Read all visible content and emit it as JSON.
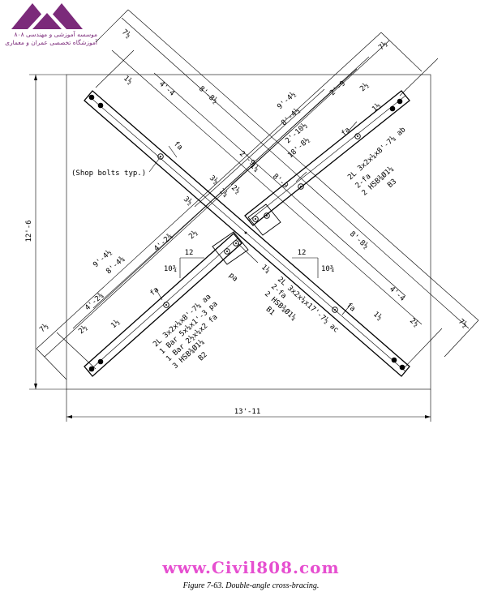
{
  "logo": {
    "line1": "موسسه آموزشی و مهندسی ۸۰۸",
    "line2": "آموزشگاه تخصصی عمران و معماری",
    "color": "#7b2a7a"
  },
  "watermark": {
    "text": "www.Civil808.com",
    "color": "#e64fd0"
  },
  "caption": "Figure 7-63.  Double-angle cross-bracing.",
  "dims": {
    "overall_width": "13'-11",
    "overall_height": "12'-6",
    "top_left_72": "7½",
    "top_right_72": "7½",
    "bottom_left_72": "7½",
    "bottom_right_72": "7½",
    "upper_left_14": "1½",
    "upper_left_44": "4'-4",
    "upper_left_88": "8'-8½",
    "lower_right_88": "8'-8½",
    "lower_right_44": "4'-4",
    "lower_right_14": "1½",
    "lower_right_21": "2½",
    "upper_right_94": "9'-4½",
    "upper_right_84": "8'-4½",
    "upper_right_210": "2'-10½",
    "upper_right_29": "2'-9",
    "upper_right_22": "2½",
    "upper_right_1a": "1½",
    "mid_188": "18'-8½",
    "mid_29": "2'-9",
    "mid_89": "8'-9",
    "mid_21": "2½",
    "mid_11": "1¼",
    "mid_14": "1¼",
    "mid_34": "3½",
    "mid_34b": "3½",
    "lower_left_94": "9'-4½",
    "lower_left_84": "8'-4¾",
    "lower_left_42": "4'-2¾",
    "lower_left_22": "2½",
    "lower_left_42b": "4'-2¾",
    "lower_left_21": "2½",
    "lower_left_1b": "1½",
    "slope_left_run": "12",
    "slope_left_rise": "10¾",
    "slope_right_run": "12",
    "slope_right_rise": "10¾",
    "center_14": "1¼",
    "pa": "pa",
    "fa1": "fa",
    "fa2": "fa",
    "fa3": "fa",
    "fa4": "fa"
  },
  "notes": {
    "shop_bolts": "(Shop bolts typ.)",
    "b3": [
      "2L 3x2x¼x8'-7¼ ab",
      "2-fa",
      "2 HSB¾Ø1¼",
      "B3"
    ],
    "b1": [
      "2L 3x2x¼x17'-7½ ac",
      "2-fa",
      "2 HSB¾Ø1¼",
      "B1"
    ],
    "b2": [
      "2L 3x2x¼x8'-7¼ aa",
      "1 Bar 5x¼x1'-3 pa",
      "1 Bar 2½x¼x2 fa",
      "3 HSB¾Ø1¼",
      "B2"
    ]
  }
}
